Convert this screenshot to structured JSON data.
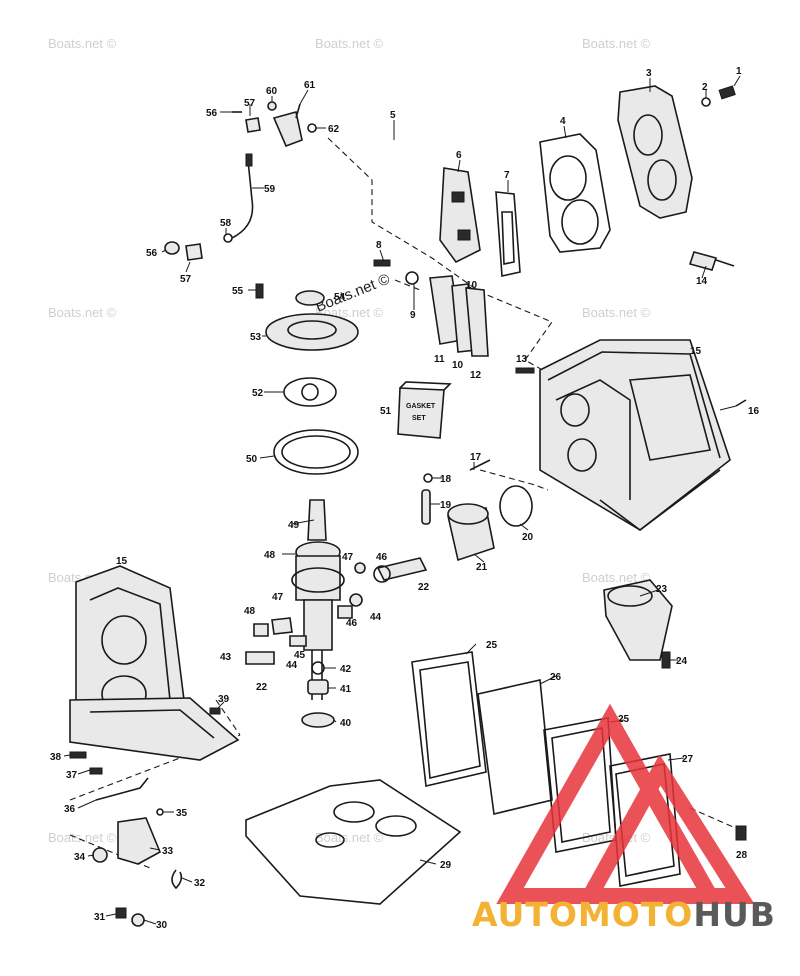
{
  "watermark": "Boats.net ©",
  "kit_box_text": [
    "GASKET",
    "SET"
  ],
  "callouts": [
    "1",
    "2",
    "3",
    "4",
    "5",
    "6",
    "7",
    "8",
    "9",
    "10",
    "10",
    "11",
    "12",
    "13",
    "14",
    "15",
    "15",
    "16",
    "17",
    "18",
    "19",
    "20",
    "21",
    "22",
    "22",
    "23",
    "24",
    "25",
    "25",
    "26",
    "27",
    "28",
    "29",
    "30",
    "31",
    "32",
    "33",
    "34",
    "35",
    "36",
    "37",
    "38",
    "39",
    "40",
    "41",
    "42",
    "43",
    "44",
    "44",
    "45",
    "46",
    "46",
    "47",
    "47",
    "48",
    "48",
    "49",
    "50",
    "51",
    "52",
    "53",
    "54",
    "55",
    "56",
    "56",
    "57",
    "57",
    "58",
    "59",
    "60",
    "61",
    "62"
  ],
  "logo": {
    "text_parts": [
      "AUTO",
      "MOTO",
      "HUB"
    ],
    "colors": {
      "auto": "#f3b234",
      "moto": "#f3b234",
      "hub": "#5a5a5a",
      "triangle": "#e8343a"
    }
  }
}
